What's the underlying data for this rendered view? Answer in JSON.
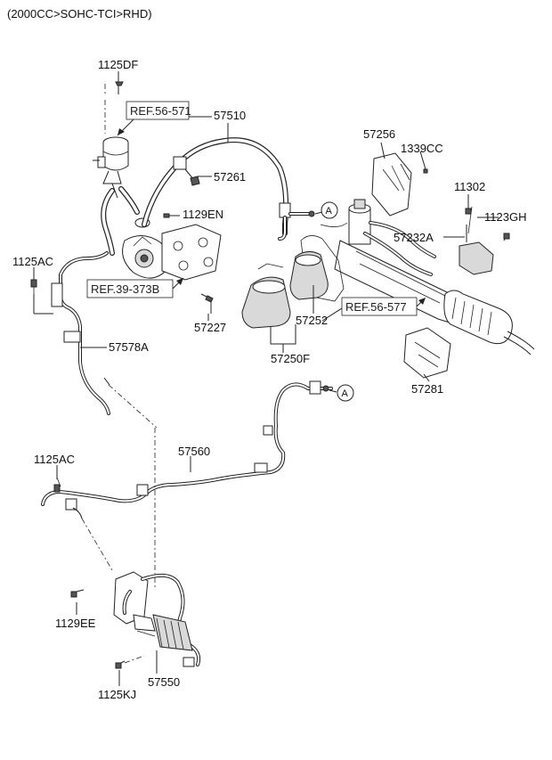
{
  "header": {
    "variant": "(2000CC>SOHC-TCI>RHD)"
  },
  "parts": {
    "p1125DF": "1125DF",
    "p57510": "57510",
    "p57256": "57256",
    "p1339CC": "1339CC",
    "p57261": "57261",
    "p11302": "11302",
    "p1129EN": "1129EN",
    "p1123GH": "1123GH",
    "p57232A": "57232A",
    "p1125AC_top": "1125AC",
    "p57227": "57227",
    "p57252": "57252",
    "p57578A": "57578A",
    "p57250F": "57250F",
    "p57281": "57281",
    "p57560": "57560",
    "p1125AC_bottom": "1125AC",
    "p1129EE": "1129EE",
    "p1125KJ": "1125KJ",
    "p57550": "57550"
  },
  "references": {
    "ref_56_571": "REF.56-571",
    "ref_39_373B": "REF.39-373B",
    "ref_56_577": "REF.56-577"
  },
  "connectors": {
    "a_top": "A",
    "a_bottom": "A"
  }
}
